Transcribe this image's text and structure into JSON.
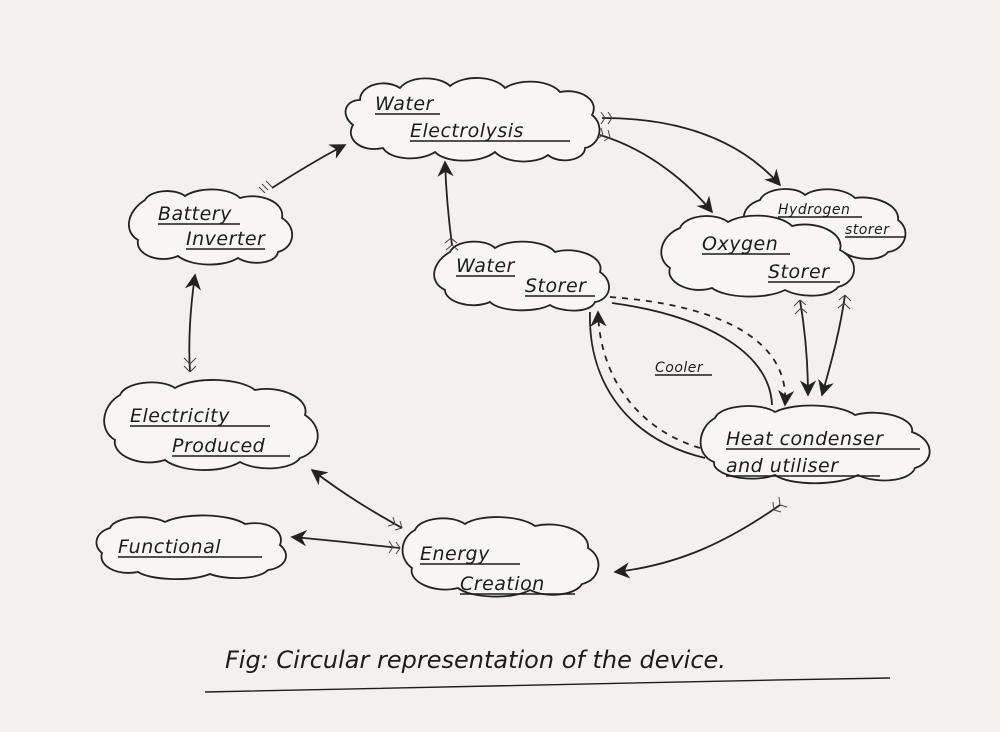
{
  "nodes": {
    "water_electrolysis": {
      "line1": "Water",
      "line2": "Electrolysis"
    },
    "battery_inverter": {
      "line1": "Battery",
      "line2": "Inverter"
    },
    "water_storer": {
      "line1": "Water",
      "line2": "Storer"
    },
    "hydrogen_storer": {
      "line1": "Hydrogen",
      "line2": "storer"
    },
    "oxygen_storer": {
      "line1": "Oxygen",
      "line2": "Storer"
    },
    "electricity_produced": {
      "line1": "Electricity",
      "line2": "Produced"
    },
    "heat_condenser": {
      "line1": "Heat condenser",
      "line2": "and utiliser"
    },
    "functional": {
      "line1": "Functional"
    },
    "energy_creation": {
      "line1": "Energy",
      "line2": "Creation"
    }
  },
  "cooler_label": "Cooler",
  "caption": "Fig: Circular representation of the device."
}
